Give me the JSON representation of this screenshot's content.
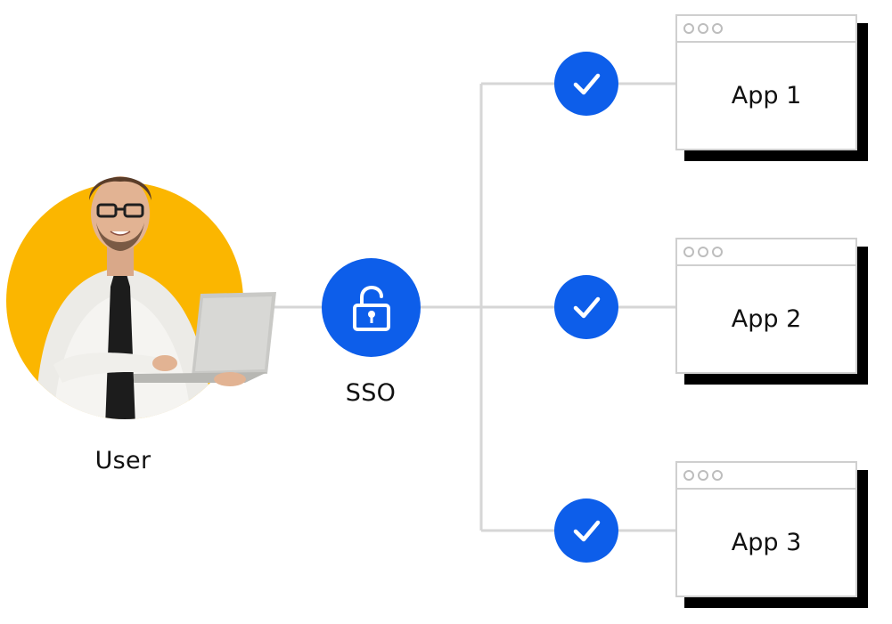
{
  "user": {
    "label": "User"
  },
  "sso": {
    "label": "SSO",
    "icon": "unlock-icon"
  },
  "apps": [
    {
      "name": "App 1",
      "status_icon": "check-icon"
    },
    {
      "name": "App 2",
      "status_icon": "check-icon"
    },
    {
      "name": "App 3",
      "status_icon": "check-icon"
    }
  ],
  "colors": {
    "accent": "#0d5eea",
    "user_bg": "#fbb600",
    "connector": "#d6d6d6",
    "window_border": "#cfcfcf"
  }
}
